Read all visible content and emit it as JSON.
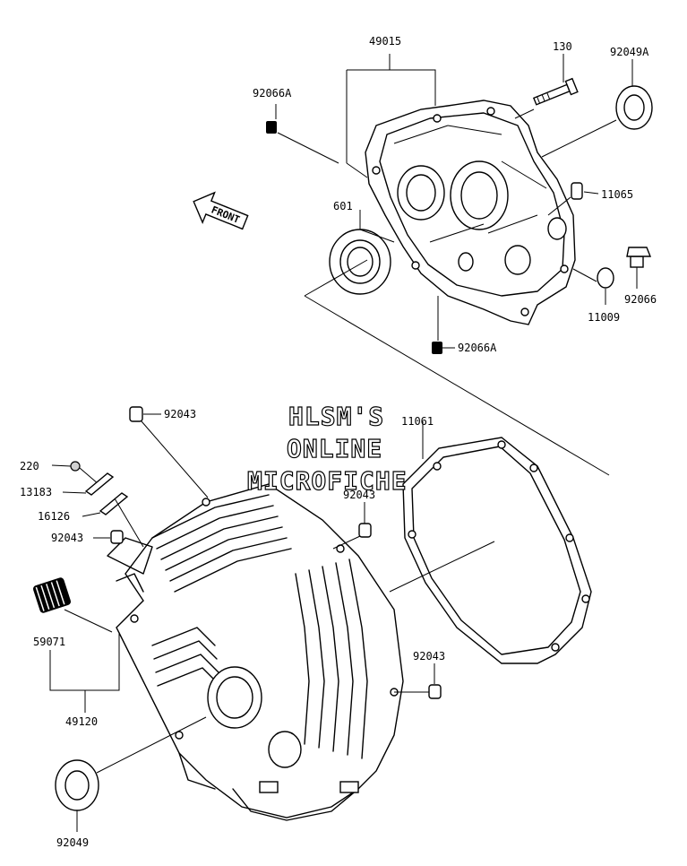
{
  "watermark": {
    "line1": "HLSM'S",
    "line2": "ONLINE",
    "line3": "MICROFICHE"
  },
  "front_arrow": {
    "text": "FRONT"
  },
  "callouts": {
    "p49015": "49015",
    "p130": "130",
    "p92049A": "92049A",
    "p92066A_top": "92066A",
    "p11065": "11065",
    "p601": "601",
    "p92066": "92066",
    "p11009": "11009",
    "p92066A_bottom": "92066A",
    "p92043_top": "92043",
    "p11061": "11061",
    "p220": "220",
    "p13183": "13183",
    "p92043_mid": "92043",
    "p16126": "16126",
    "p92043_left": "92043",
    "p59071": "59071",
    "p49120": "49120",
    "p92043_right": "92043",
    "p92049": "92049"
  }
}
